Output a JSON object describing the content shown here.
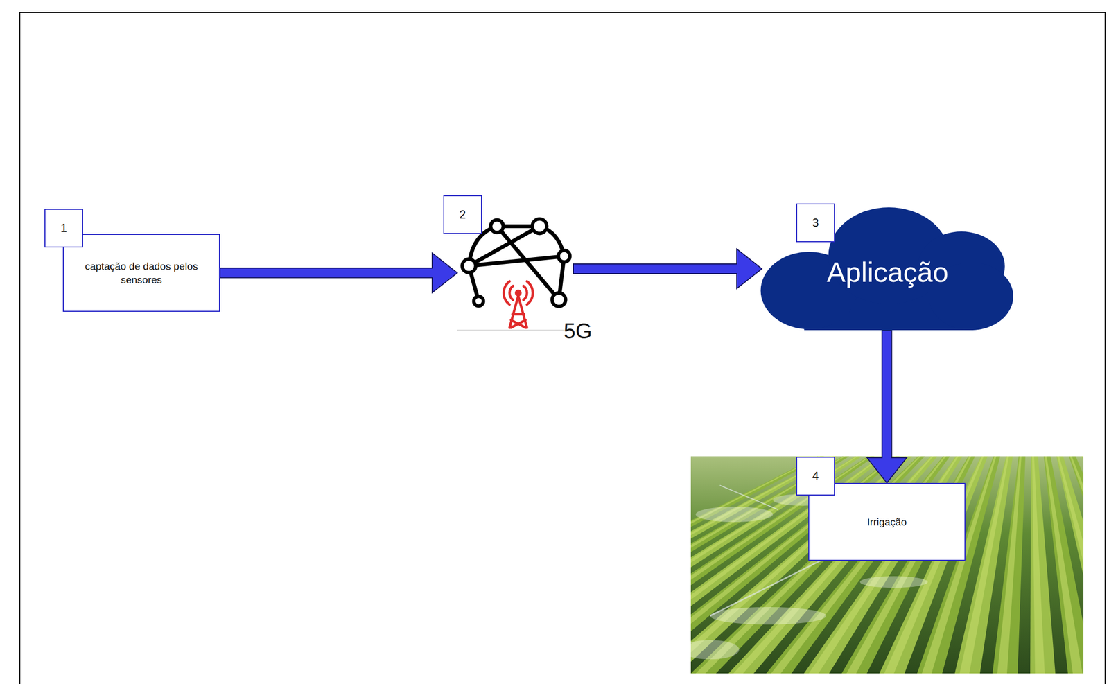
{
  "diagram": {
    "nodes": [
      {
        "text": [
          "captação de dados pelos sensores"
        ]
      },
      {
        "text": [
          "5G"
        ]
      },
      {
        "text": [
          "Aplicação"
        ]
      },
      {
        "text": [
          "Irrigação"
        ]
      }
    ],
    "edges": [
      {
        "from": 0,
        "to": 1,
        "arrow": "to"
      },
      {
        "from": 1,
        "to": 2,
        "arrow": "to"
      },
      {
        "from": 2,
        "to": 3,
        "arrow": "to"
      }
    ],
    "labels": [
      "1",
      "2",
      "3",
      "4"
    ]
  }
}
